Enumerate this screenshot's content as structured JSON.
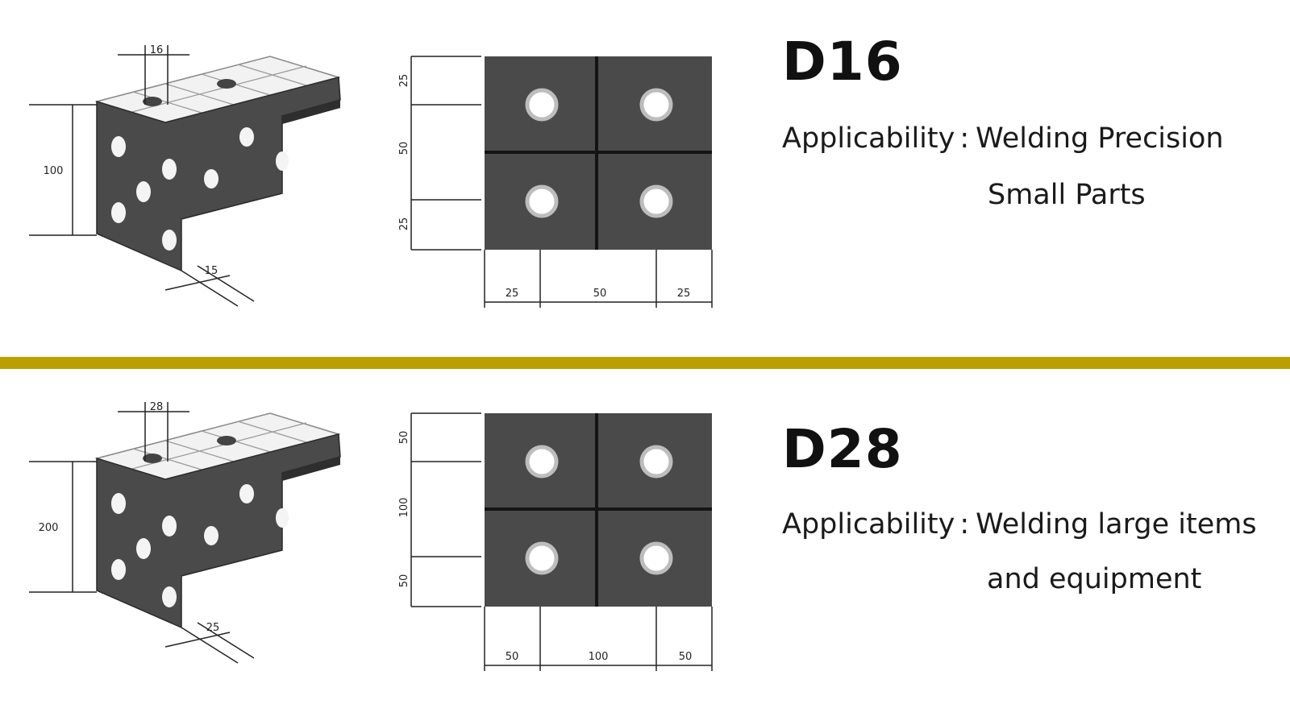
{
  "sections": [
    {
      "model": "D16",
      "applicability_label": "Applicability",
      "separator": ":",
      "applicability_line1": "Welding Precision",
      "applicability_line2": "Small Parts",
      "iso_dims": {
        "hole": "16",
        "height": "100",
        "thickness": "15"
      },
      "grid_dims": {
        "left_top": "25",
        "left_mid": "50",
        "left_bot": "25",
        "bottom_left": "25",
        "bottom_mid": "50",
        "bottom_right": "25"
      }
    },
    {
      "model": "D28",
      "applicability_label": "Applicability",
      "separator": ":",
      "applicability_line1": "Welding large items",
      "applicability_line2": "and equipment",
      "iso_dims": {
        "hole": "28",
        "height": "200",
        "thickness": "25"
      },
      "grid_dims": {
        "left_top": "50",
        "left_mid": "100",
        "left_bot": "50",
        "bottom_left": "50",
        "bottom_mid": "100",
        "bottom_right": "50"
      }
    }
  ],
  "colors": {
    "divider": "#b9a000",
    "plate": "#4a4a4a",
    "plate_dark": "#333333"
  }
}
